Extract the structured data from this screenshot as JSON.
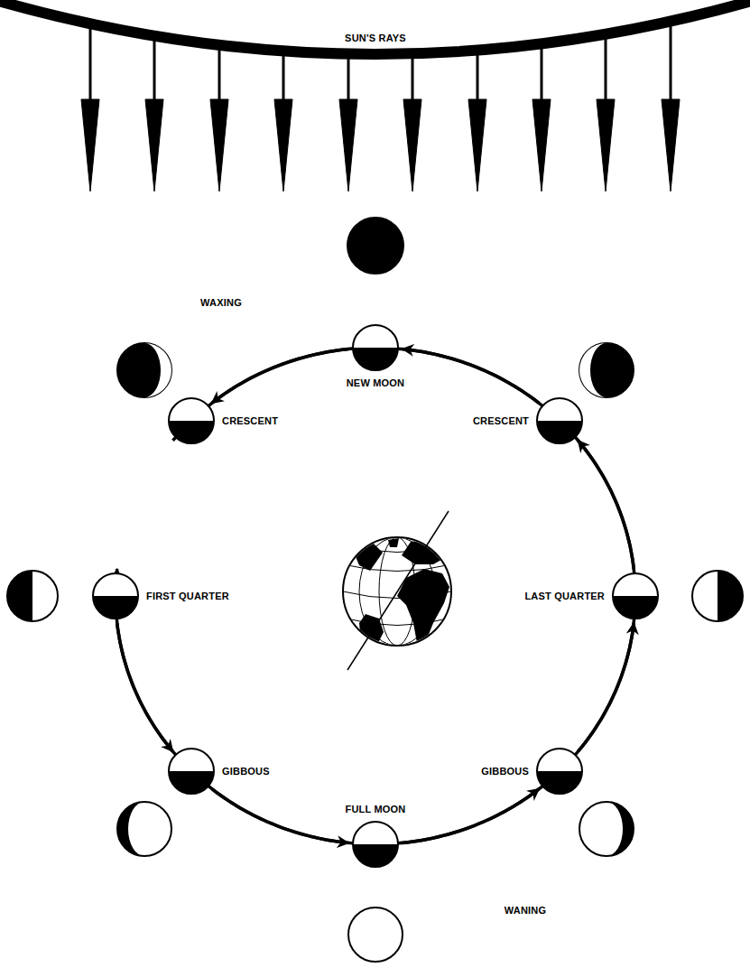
{
  "diagram": {
    "nodes": [
      {
        "text": [
          "NEW MOON"
        ]
      },
      {
        "text": [
          "CRESCENT"
        ]
      },
      {
        "text": [
          "FIRST QUARTER"
        ]
      },
      {
        "text": [
          "GIBBOUS"
        ]
      },
      {
        "text": [
          "FULL MOON"
        ]
      },
      {
        "text": [
          "GIBBOUS"
        ]
      },
      {
        "text": [
          "LAST QUARTER"
        ]
      },
      {
        "text": [
          "CRESCENT"
        ]
      }
    ],
    "edges": [
      {
        "from": 0,
        "to": 1,
        "arrow": "to"
      },
      {
        "from": 1,
        "to": 2,
        "arrow": "to"
      },
      {
        "from": 2,
        "to": 3,
        "arrow": "to"
      },
      {
        "from": 3,
        "to": 4,
        "arrow": "to"
      },
      {
        "from": 4,
        "to": 5,
        "arrow": "to"
      },
      {
        "from": 5,
        "to": 6,
        "arrow": "to"
      },
      {
        "from": 6,
        "to": 7,
        "arrow": "to"
      },
      {
        "from": 7,
        "to": 0,
        "arrow": "to"
      }
    ],
    "labels": [
      "SUN'S RAYS",
      "WAXING",
      "WANING"
    ]
  }
}
